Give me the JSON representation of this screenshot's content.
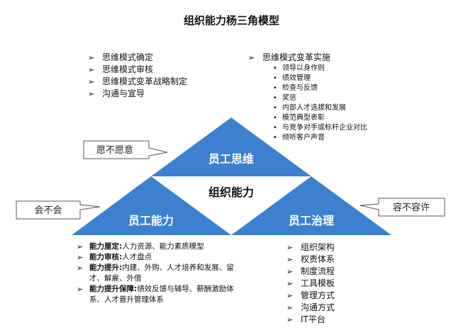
{
  "title": "组织能力杨三角模型",
  "colors": {
    "triangle": "#3c80cf",
    "callout_border": "#555555"
  },
  "triangles": {
    "top": "员工思维",
    "left": "员工能力",
    "right": "员工治理",
    "center": "组织能力"
  },
  "callouts": {
    "left_upper": "愿不愿意",
    "left_lower": "会不会",
    "right": "容不容许"
  },
  "top_left_list": [
    "思维模式确定",
    "思维模式审核",
    "思维模式变革战略制定",
    "沟通与宣导"
  ],
  "top_right": {
    "heading": "思维模式变革实施",
    "items": [
      "领导以身作则",
      "绩效管理",
      "检查与反馈",
      "奖惩",
      "内部人才选拔和发展",
      "模范典型表彰",
      "与竞争对手或标杆企业对比",
      "倾听客户声音"
    ]
  },
  "bottom_left": [
    {
      "label": "能力厘定:",
      "text": "人力资源、能力素质模型"
    },
    {
      "label": "能力审核:",
      "text": "人才盘点"
    },
    {
      "label": "能力提升:",
      "text": "内建、外购、人才培养和发展、留才、解雇、外借"
    },
    {
      "label": "能力提升保障:",
      "text": "绩效反馈与辅导、薪酬激励体系、人才晋升管理体系"
    }
  ],
  "bottom_right": [
    "组织架构",
    "权责体系",
    "制度流程",
    "工具模板",
    "管理方式",
    "沟通方式",
    "IT平台"
  ]
}
